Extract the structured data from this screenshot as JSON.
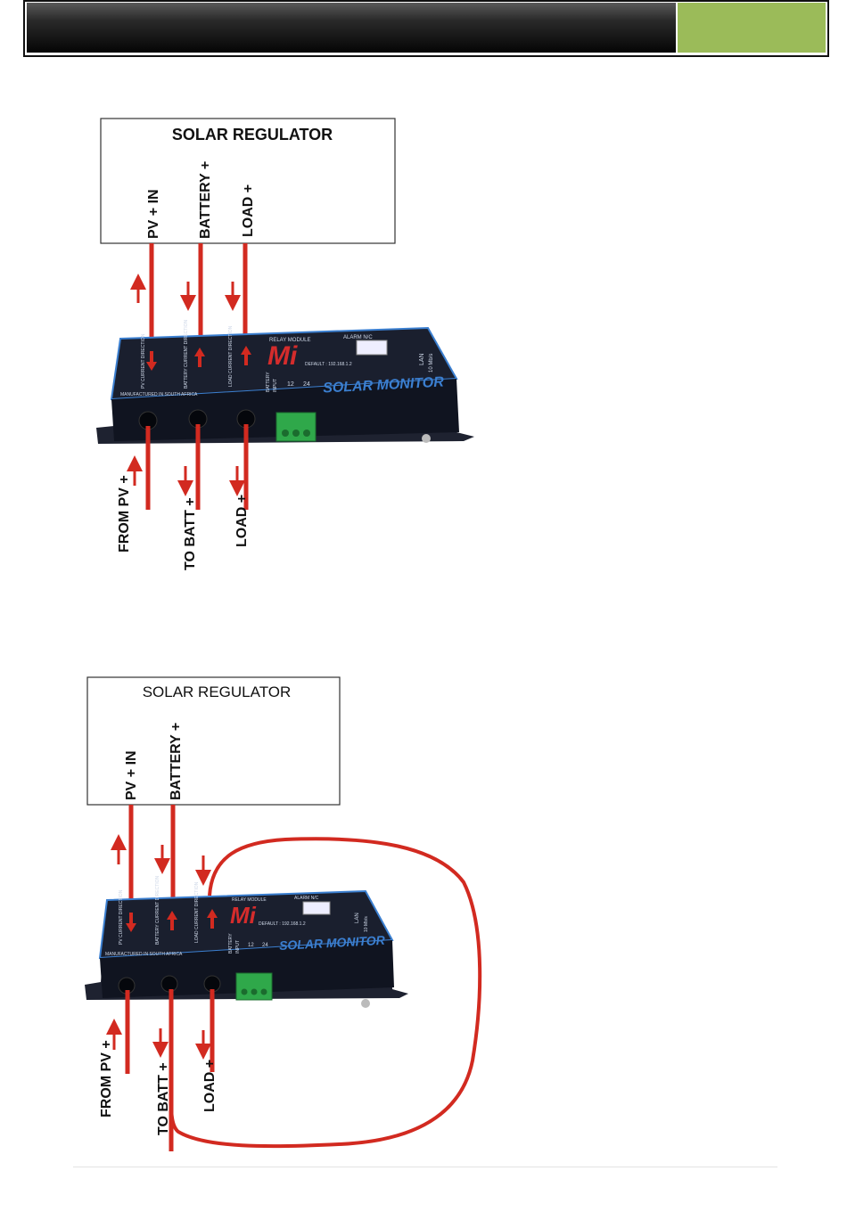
{
  "colors": {
    "header_green": "#9bbb59",
    "wire_red": "#d22a20",
    "device_body": "#1a1f2e",
    "device_label_blue": "#3b7fd0",
    "terminal_green": "#2fa84a"
  },
  "diagram1": {
    "regulator_title": "SOLAR REGULATOR",
    "regulator_terminals": [
      "PV + IN",
      "BATTERY +",
      "LOAD +"
    ],
    "bottom_labels": [
      "FROM PV +",
      "TO BATT +",
      "LOAD +"
    ]
  },
  "diagram2": {
    "regulator_title": "SOLAR REGULATOR",
    "regulator_terminals": [
      "PV + IN",
      "BATTERY +"
    ],
    "bottom_labels": [
      "FROM PV +",
      "TO BATT +",
      "LOAD +"
    ]
  },
  "device": {
    "logo": "Mi",
    "model": "SOLAR MONITOR",
    "relay": "RELAY MODULE",
    "alarm": "ALARM N/C",
    "made_in": "MANUFACTURED IN SOUTH AFRICA",
    "default_ip": "DEFAULT : 192.168.1.2",
    "lan": "LAN",
    "lan_speed": "10 Mb/s",
    "battery": "BATTERY",
    "input": "INPUT",
    "v12": "12",
    "v24": "24",
    "pv_dir": "PV CURRENT DIRECTION",
    "batt_dir": "BATTERY CURRENT DIRECTION",
    "load_dir": "LOAD CURRENT DIRECTION"
  }
}
